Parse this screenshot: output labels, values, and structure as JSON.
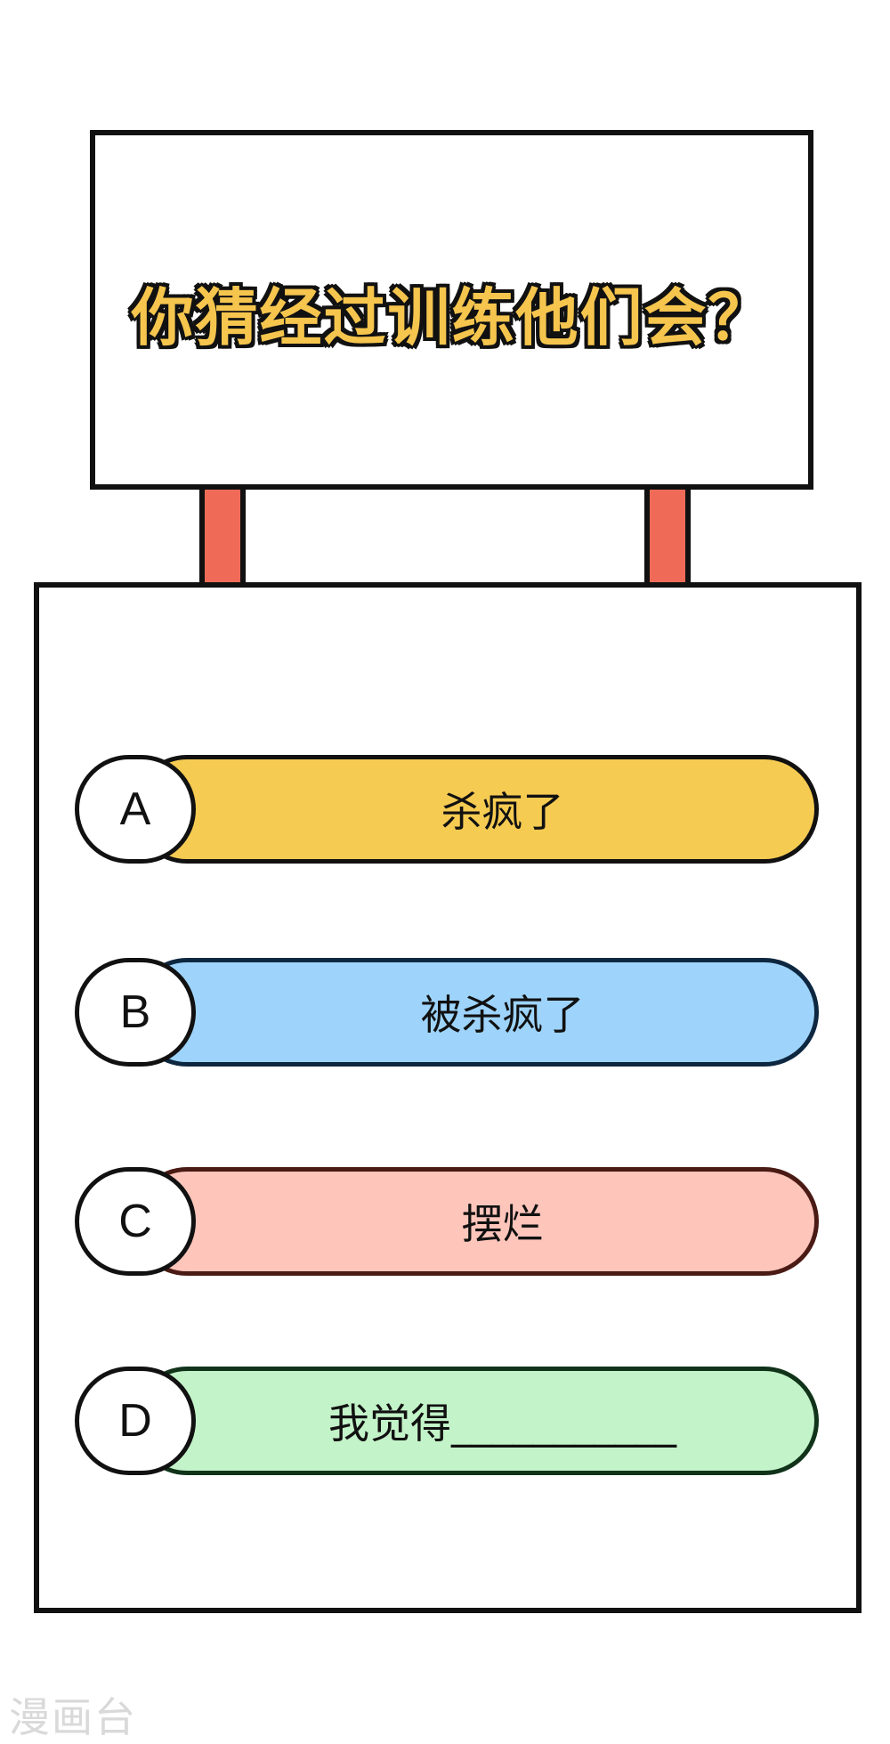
{
  "question": "你猜经过训练他们会？",
  "options": [
    {
      "letter": "A",
      "text": "杀疯了",
      "color": "#f6cb52",
      "border": "#111111"
    },
    {
      "letter": "B",
      "text": "被杀疯了",
      "color": "#9ed4fb",
      "border": "#0e2740"
    },
    {
      "letter": "C",
      "text": "摆烂",
      "color": "#fec5bb",
      "border": "#4a1a14"
    },
    {
      "letter": "D",
      "text": "我觉得___________",
      "color": "#c3f3c8",
      "border": "#11331a"
    }
  ],
  "watermark": "漫画台",
  "colors": {
    "title_fill": "#f5c54e",
    "pole": "#ef6b57",
    "outline": "#111111"
  }
}
